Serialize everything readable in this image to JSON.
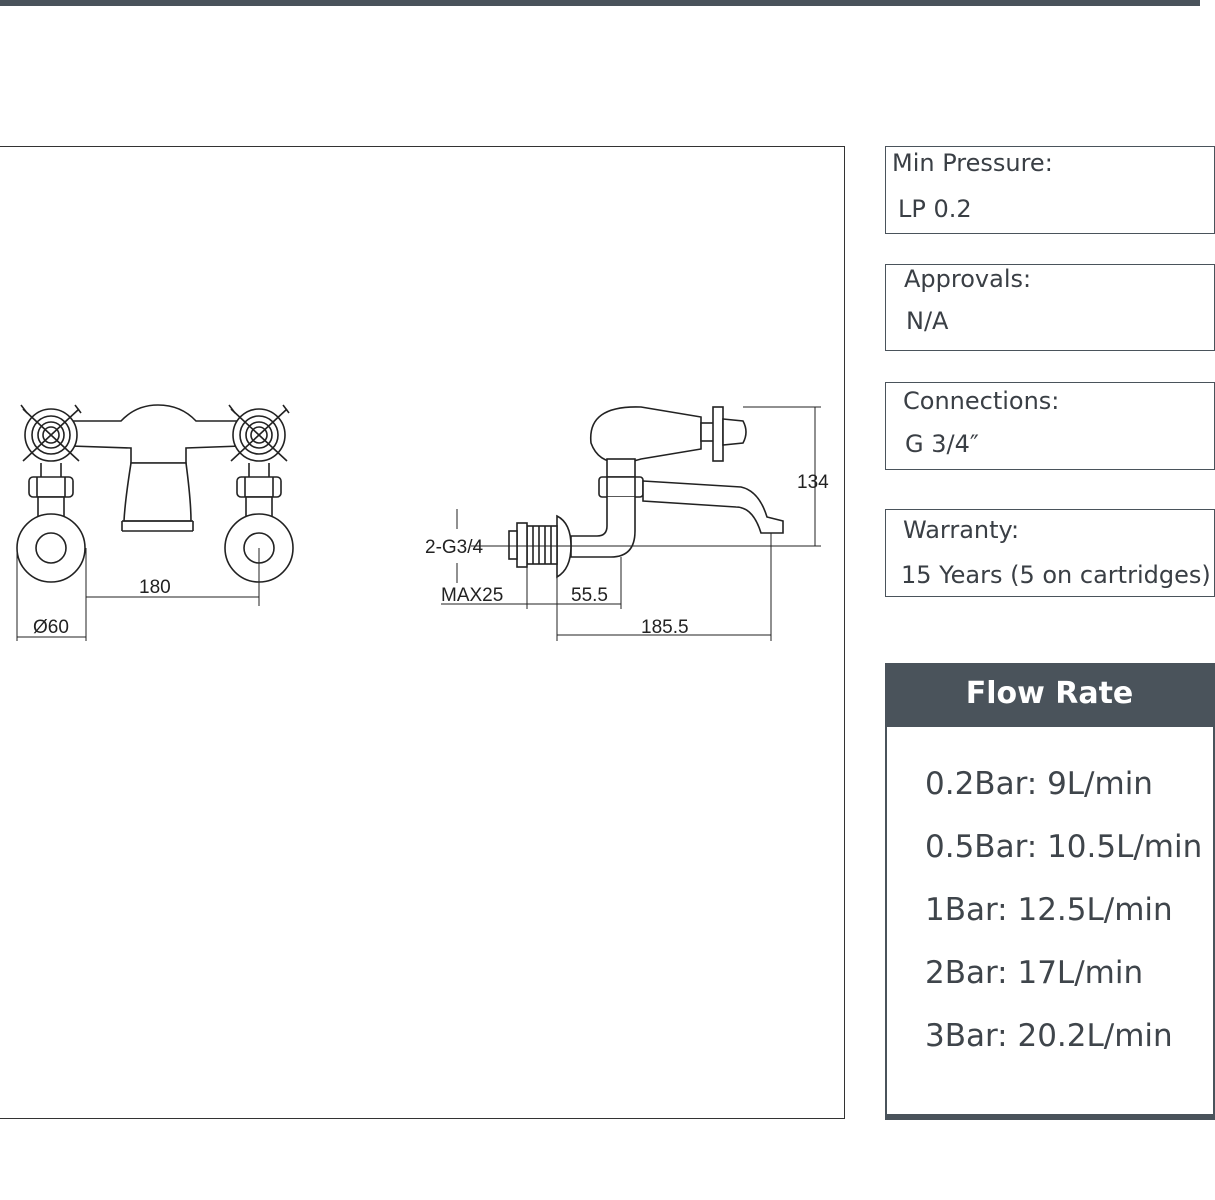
{
  "specs": {
    "min_pressure": {
      "label": "Min Pressure:",
      "value": "LP 0.2"
    },
    "approvals": {
      "label": "Approvals:",
      "value": "N/A"
    },
    "connections": {
      "label": "Connections:",
      "value": "G 3/4″"
    },
    "warranty": {
      "label": "Warranty:",
      "value": "15 Years (5 on cartridges)"
    }
  },
  "flow_rate": {
    "title": "Flow Rate",
    "rows": [
      "0.2Bar: 9L/min",
      "0.5Bar: 10.5L/min",
      "1Bar: 12.5L/min",
      "2Bar: 17L/min",
      "3Bar: 20.2L/min"
    ]
  },
  "drawing": {
    "dim_centres": "180",
    "dim_flange": "Ø60",
    "dim_height": "134",
    "dim_thread": "2-G3/4",
    "dim_max": "MAX25",
    "dim_offset": "55.5",
    "dim_projection": "185.5"
  },
  "colors": {
    "header": "#4a535b",
    "text": "#3a3f45"
  }
}
